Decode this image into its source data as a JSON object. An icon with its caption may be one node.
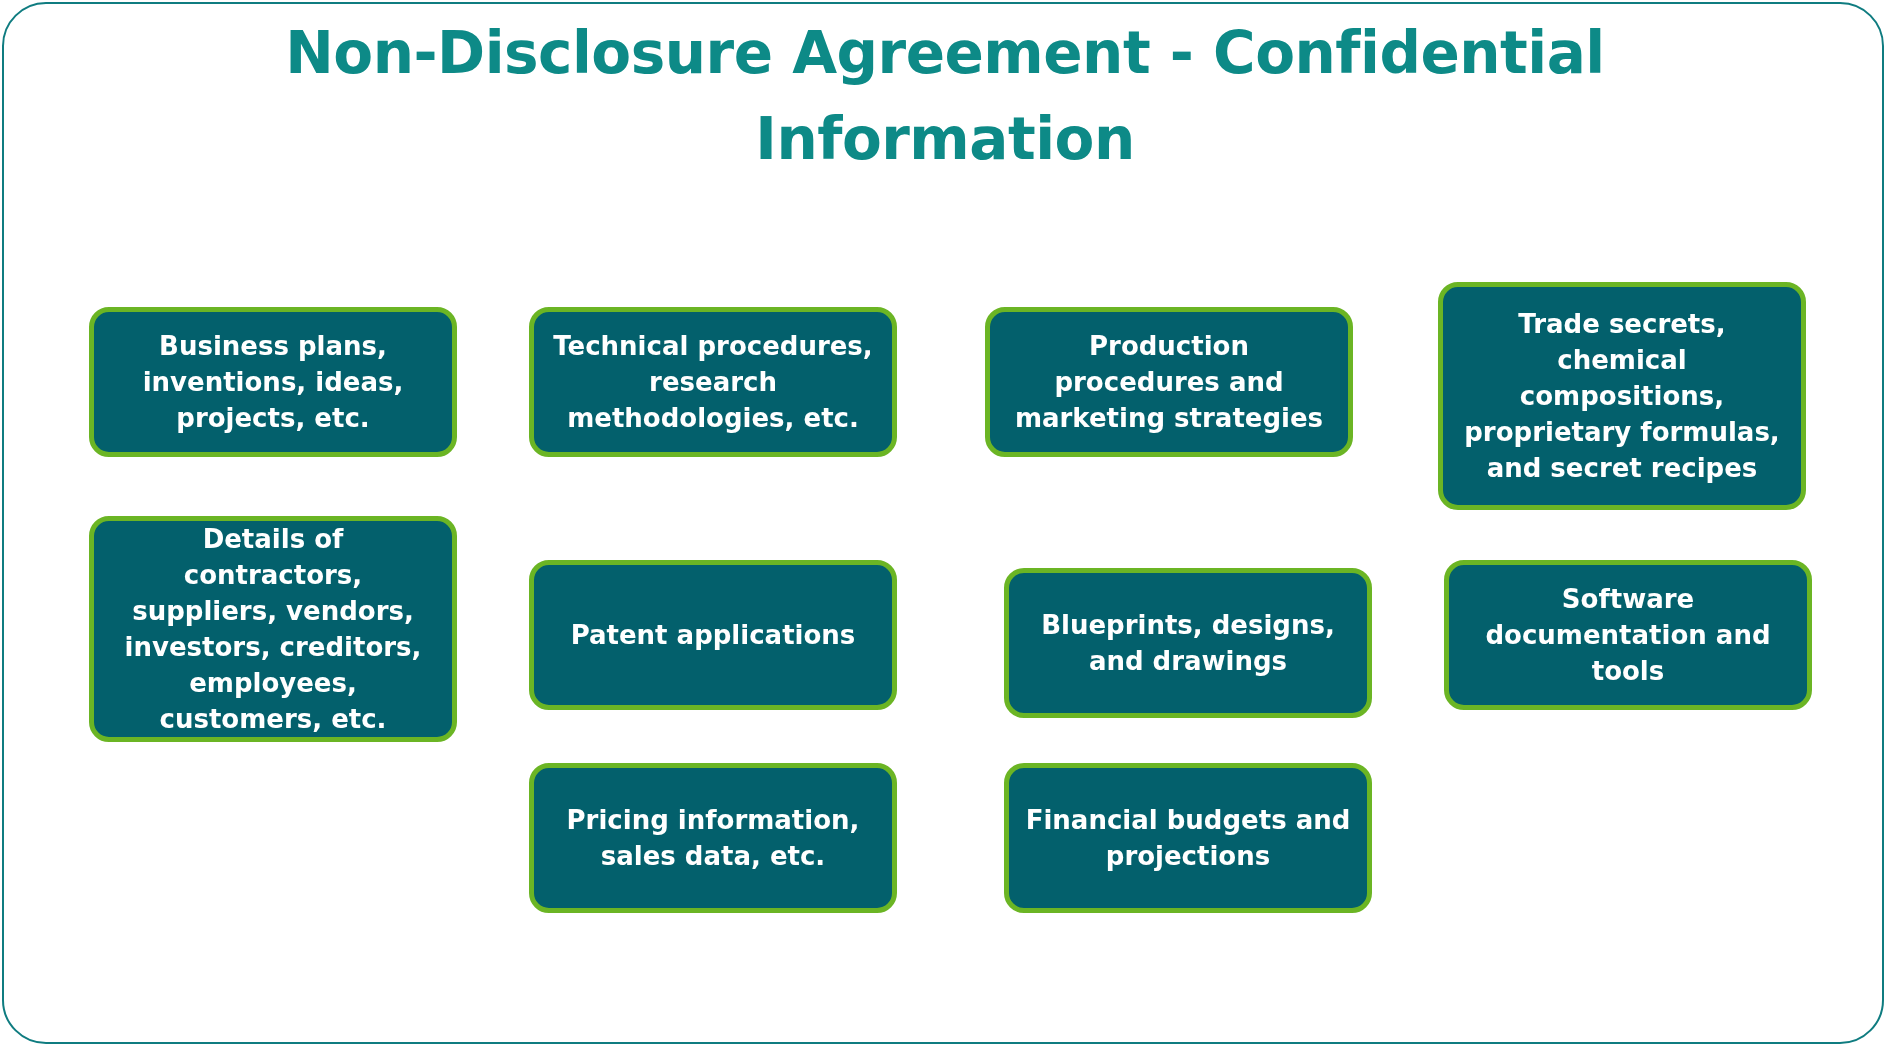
{
  "diagram": {
    "title": "Non-Disclosure Agreement - Confidential Information",
    "nodes": [
      {
        "text": [
          "Business plans, inventions, ideas, projects, etc."
        ]
      },
      {
        "text": [
          "Technical procedures, research methodologies, etc."
        ]
      },
      {
        "text": [
          "Production procedures and marketing strategies"
        ]
      },
      {
        "text": [
          "Trade secrets, chemical compositions, proprietary formulas, and secret recipes"
        ]
      },
      {
        "text": [
          "Details of contractors, suppliers, vendors, investors, creditors, employees, customers, etc."
        ]
      },
      {
        "text": [
          "Patent applications"
        ]
      },
      {
        "text": [
          "Blueprints, designs, and drawings"
        ]
      },
      {
        "text": [
          "Software documentation and tools"
        ]
      },
      {
        "text": [
          "Pricing information, sales data, etc."
        ]
      },
      {
        "text": [
          "Financial budgets and projections"
        ]
      }
    ]
  }
}
